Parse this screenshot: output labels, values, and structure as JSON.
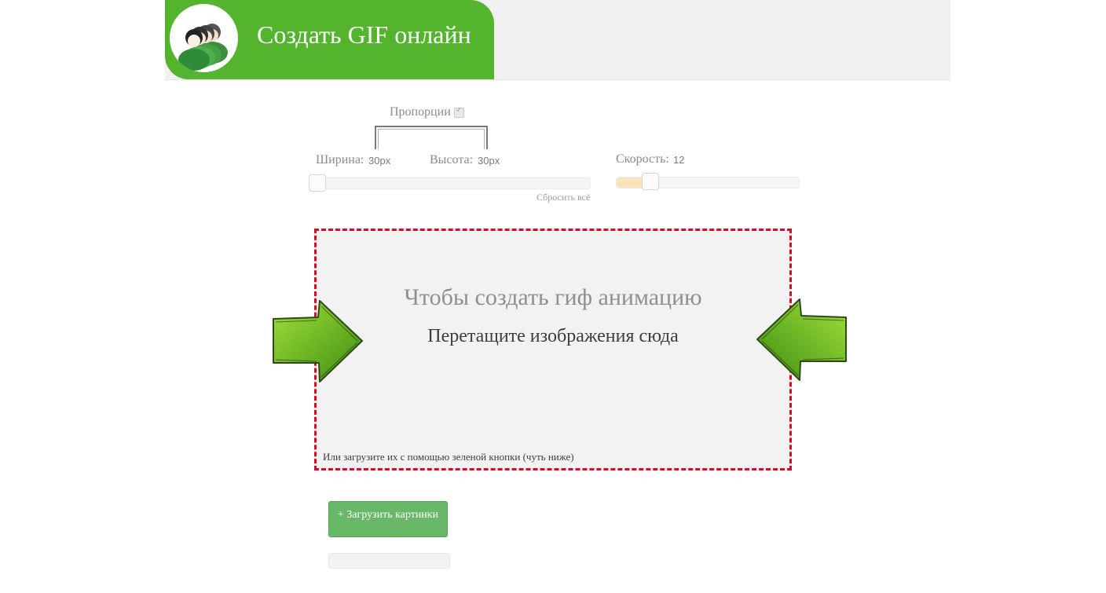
{
  "header": {
    "title": "Создать GIF онлайн",
    "logo_icon": "people-avatar-icon",
    "brand_color": "#55b42d"
  },
  "settings": {
    "proportions_label": "Пропорции",
    "proportions_checked": true,
    "width_label": "Ширина:",
    "width_value": "30px",
    "height_label": "Высота:",
    "height_value": "30px",
    "reset_label": "Сбросить всё",
    "speed_label": "Скорость:",
    "speed_value": "12"
  },
  "dropzone": {
    "title": "Чтобы создать гиф анимацию",
    "subtitle": "Перетащите изображения сюда",
    "hint": "Или загрузите их с помощью зеленой кнопки (чуть ниже)",
    "border_color": "#dd0a21",
    "left_arrow_icon": "green-arrow-right-icon",
    "right_arrow_icon": "green-arrow-left-icon"
  },
  "upload": {
    "button_label": "+ Загрузить картинки"
  }
}
